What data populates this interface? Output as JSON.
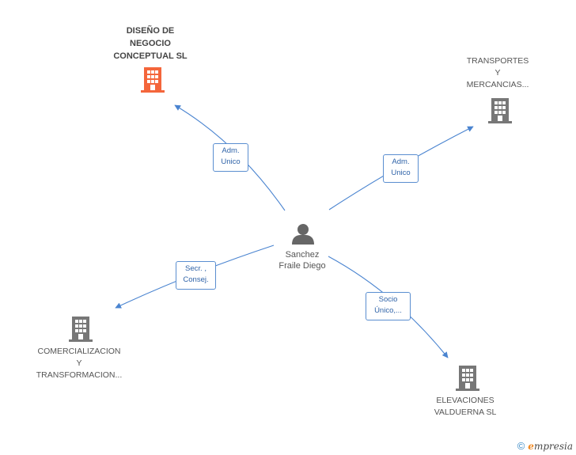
{
  "center": {
    "name_line1": "Sanchez",
    "name_line2": "Fraile Diego"
  },
  "companies": {
    "diseno": {
      "line1": "DISEÑO DE",
      "line2": "NEGOCIO",
      "line3": "CONCEPTUAL SL",
      "icon": "building-icon",
      "color": "#f4663b"
    },
    "transportes": {
      "line1": "TRANSPORTES",
      "line2": "Y",
      "line3": "MERCANCIAS...",
      "icon": "building-icon",
      "color": "#777777"
    },
    "comercializacion": {
      "line1": "COMERCIALIZACION",
      "line2": "Y",
      "line3": "TRANSFORMACION...",
      "icon": "building-icon",
      "color": "#777777"
    },
    "elevaciones": {
      "line1": "ELEVACIONES",
      "line2": "VALDUERNA SL",
      "icon": "building-icon",
      "color": "#777777"
    }
  },
  "relations": {
    "diseno": {
      "line1": "Adm.",
      "line2": "Unico"
    },
    "transportes": {
      "line1": "Adm.",
      "line2": "Unico"
    },
    "comercializacion": {
      "line1": "Secr. ,",
      "line2": "Consej."
    },
    "elevaciones": {
      "line1": "Socio",
      "line2": "Único,..."
    }
  },
  "footer": {
    "copyright_symbol": "©",
    "brand_initial": "e",
    "brand_rest": "mpresia"
  },
  "colors": {
    "edge": "#4a84d0",
    "main_company": "#f4663b",
    "company": "#777777",
    "person": "#666666"
  }
}
